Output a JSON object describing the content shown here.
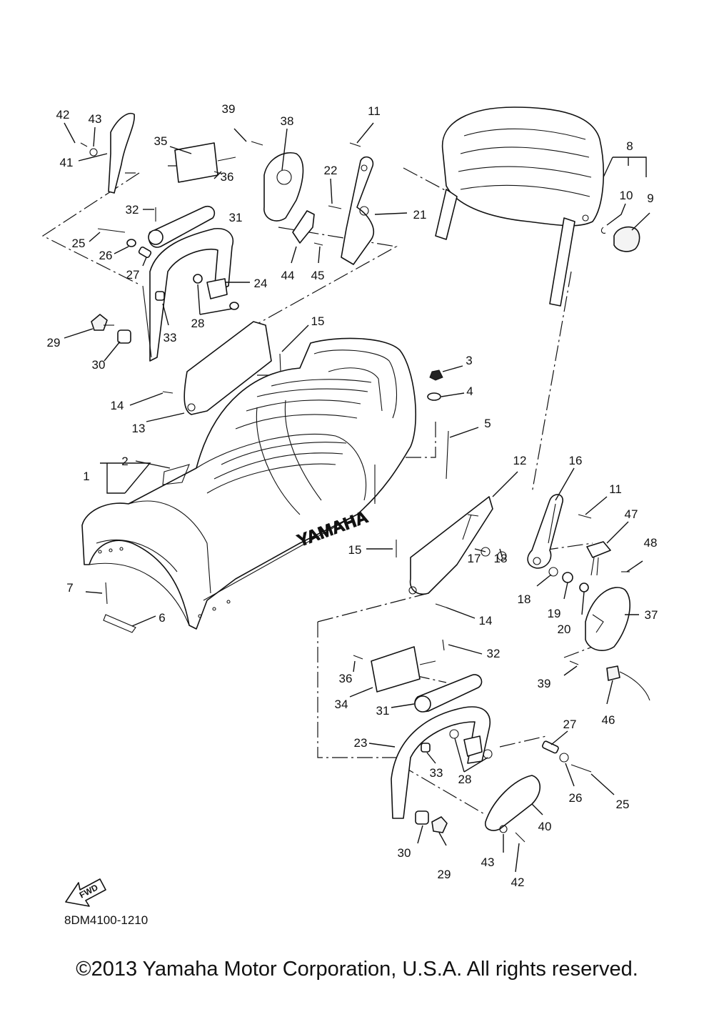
{
  "diagram": {
    "brand_text": "YAMAHA",
    "fwd_text": "FWD",
    "catalog_code": "8DM4100-1210",
    "copyright": "©2013 Yamaha Motor Corporation, U.S.A. All rights reserved.",
    "labels": {
      "p1": "1",
      "p2": "2",
      "p3": "3",
      "p4": "4",
      "p5": "5",
      "p6": "6",
      "p7": "7",
      "p8": "8",
      "p9": "9",
      "p10": "10",
      "p11a": "11",
      "p11b": "11",
      "p12": "12",
      "p13": "13",
      "p14a": "14",
      "p14b": "14",
      "p15a": "15",
      "p15b": "15",
      "p16": "16",
      "p17": "17",
      "p18a": "18",
      "p18b": "18",
      "p19": "19",
      "p20": "20",
      "p21": "21",
      "p22": "22",
      "p23": "23",
      "p24": "24",
      "p25a": "25",
      "p25b": "25",
      "p26a": "26",
      "p26b": "26",
      "p27a": "27",
      "p27b": "27",
      "p28a": "28",
      "p28b": "28",
      "p29a": "29",
      "p29b": "29",
      "p30a": "30",
      "p30b": "30",
      "p31a": "31",
      "p31b": "31",
      "p32a": "32",
      "p32b": "32",
      "p33a": "33",
      "p33b": "33",
      "p34": "34",
      "p35": "35",
      "p36a": "36",
      "p36b": "36",
      "p37": "37",
      "p38": "38",
      "p39a": "39",
      "p39b": "39",
      "p40": "40",
      "p41": "41",
      "p42a": "42",
      "p42b": "42",
      "p43a": "43",
      "p43b": "43",
      "p44": "44",
      "p45": "45",
      "p46": "46",
      "p47": "47",
      "p48": "48"
    }
  }
}
